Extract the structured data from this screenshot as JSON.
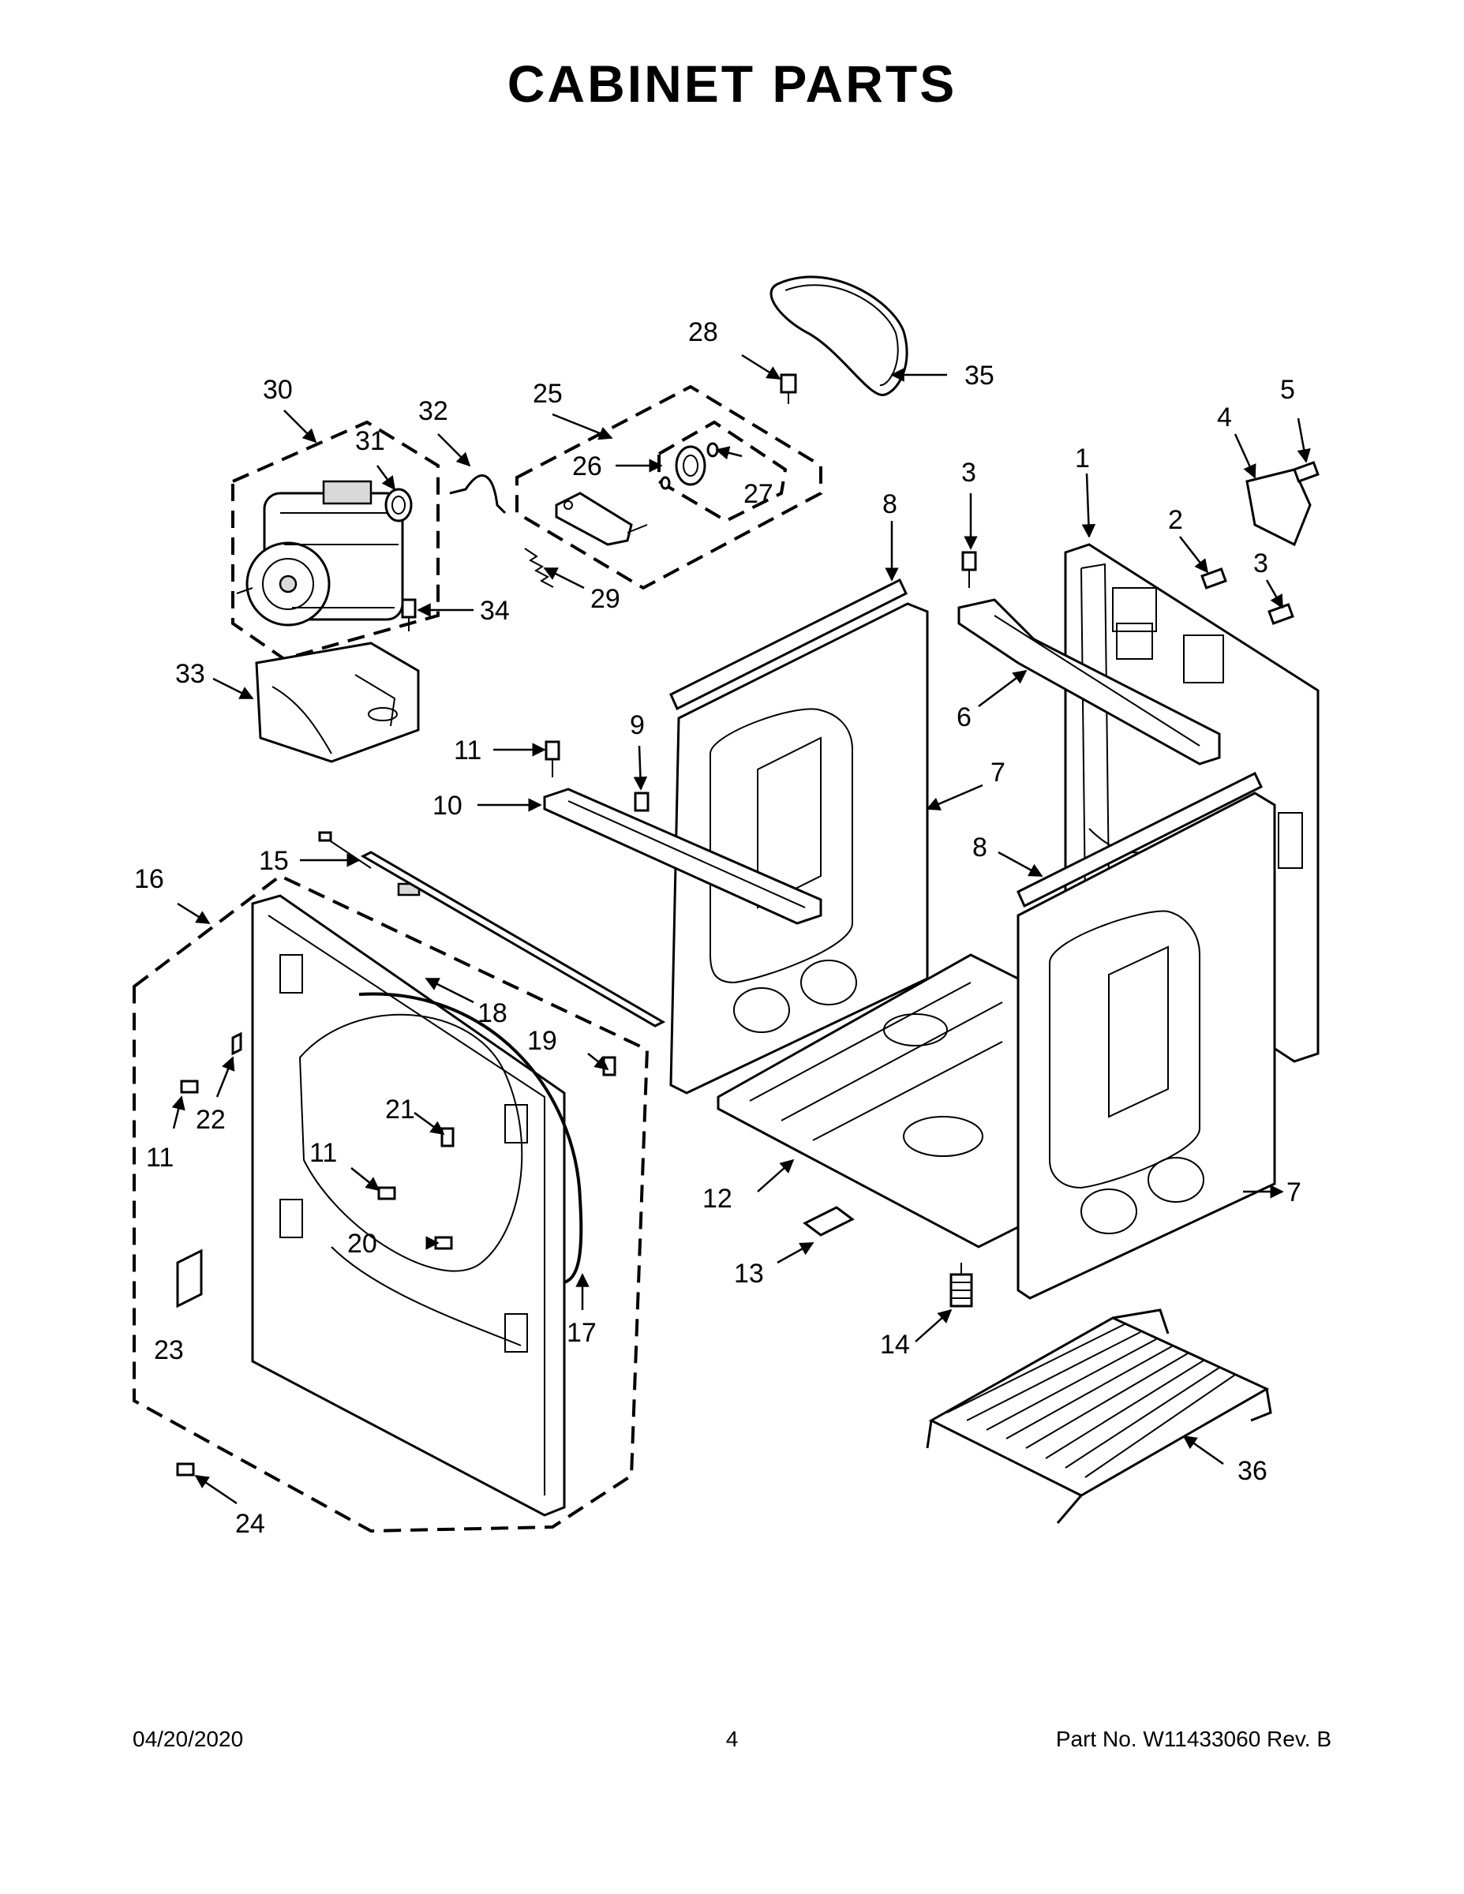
{
  "title": "CABINET PARTS",
  "footer": {
    "date": "04/20/2020",
    "page": "4",
    "part_no": "Part No.  W11433060  Rev.  B"
  },
  "callouts": {
    "c1": "1",
    "c2": "2",
    "c3a": "3",
    "c3b": "3",
    "c5": "5",
    "c4": "4",
    "c6": "6",
    "c7a": "7",
    "c7b": "7",
    "c8a": "8",
    "c8b": "8",
    "c9": "9",
    "c10": "10",
    "c11a": "11",
    "c11b": "11",
    "c11c": "11",
    "c12": "12",
    "c13": "13",
    "c14": "14",
    "c15": "15",
    "c16": "16",
    "c17": "17",
    "c18": "18",
    "c19": "19",
    "c20": "20",
    "c21": "21",
    "c22": "22",
    "c23": "23",
    "c24": "24",
    "c25": "25",
    "c26": "26",
    "c27": "27",
    "c28": "28",
    "c29": "29",
    "c30": "30",
    "c31": "31",
    "c32": "32",
    "c33": "33",
    "c34": "34",
    "c35": "35",
    "c36": "36"
  }
}
